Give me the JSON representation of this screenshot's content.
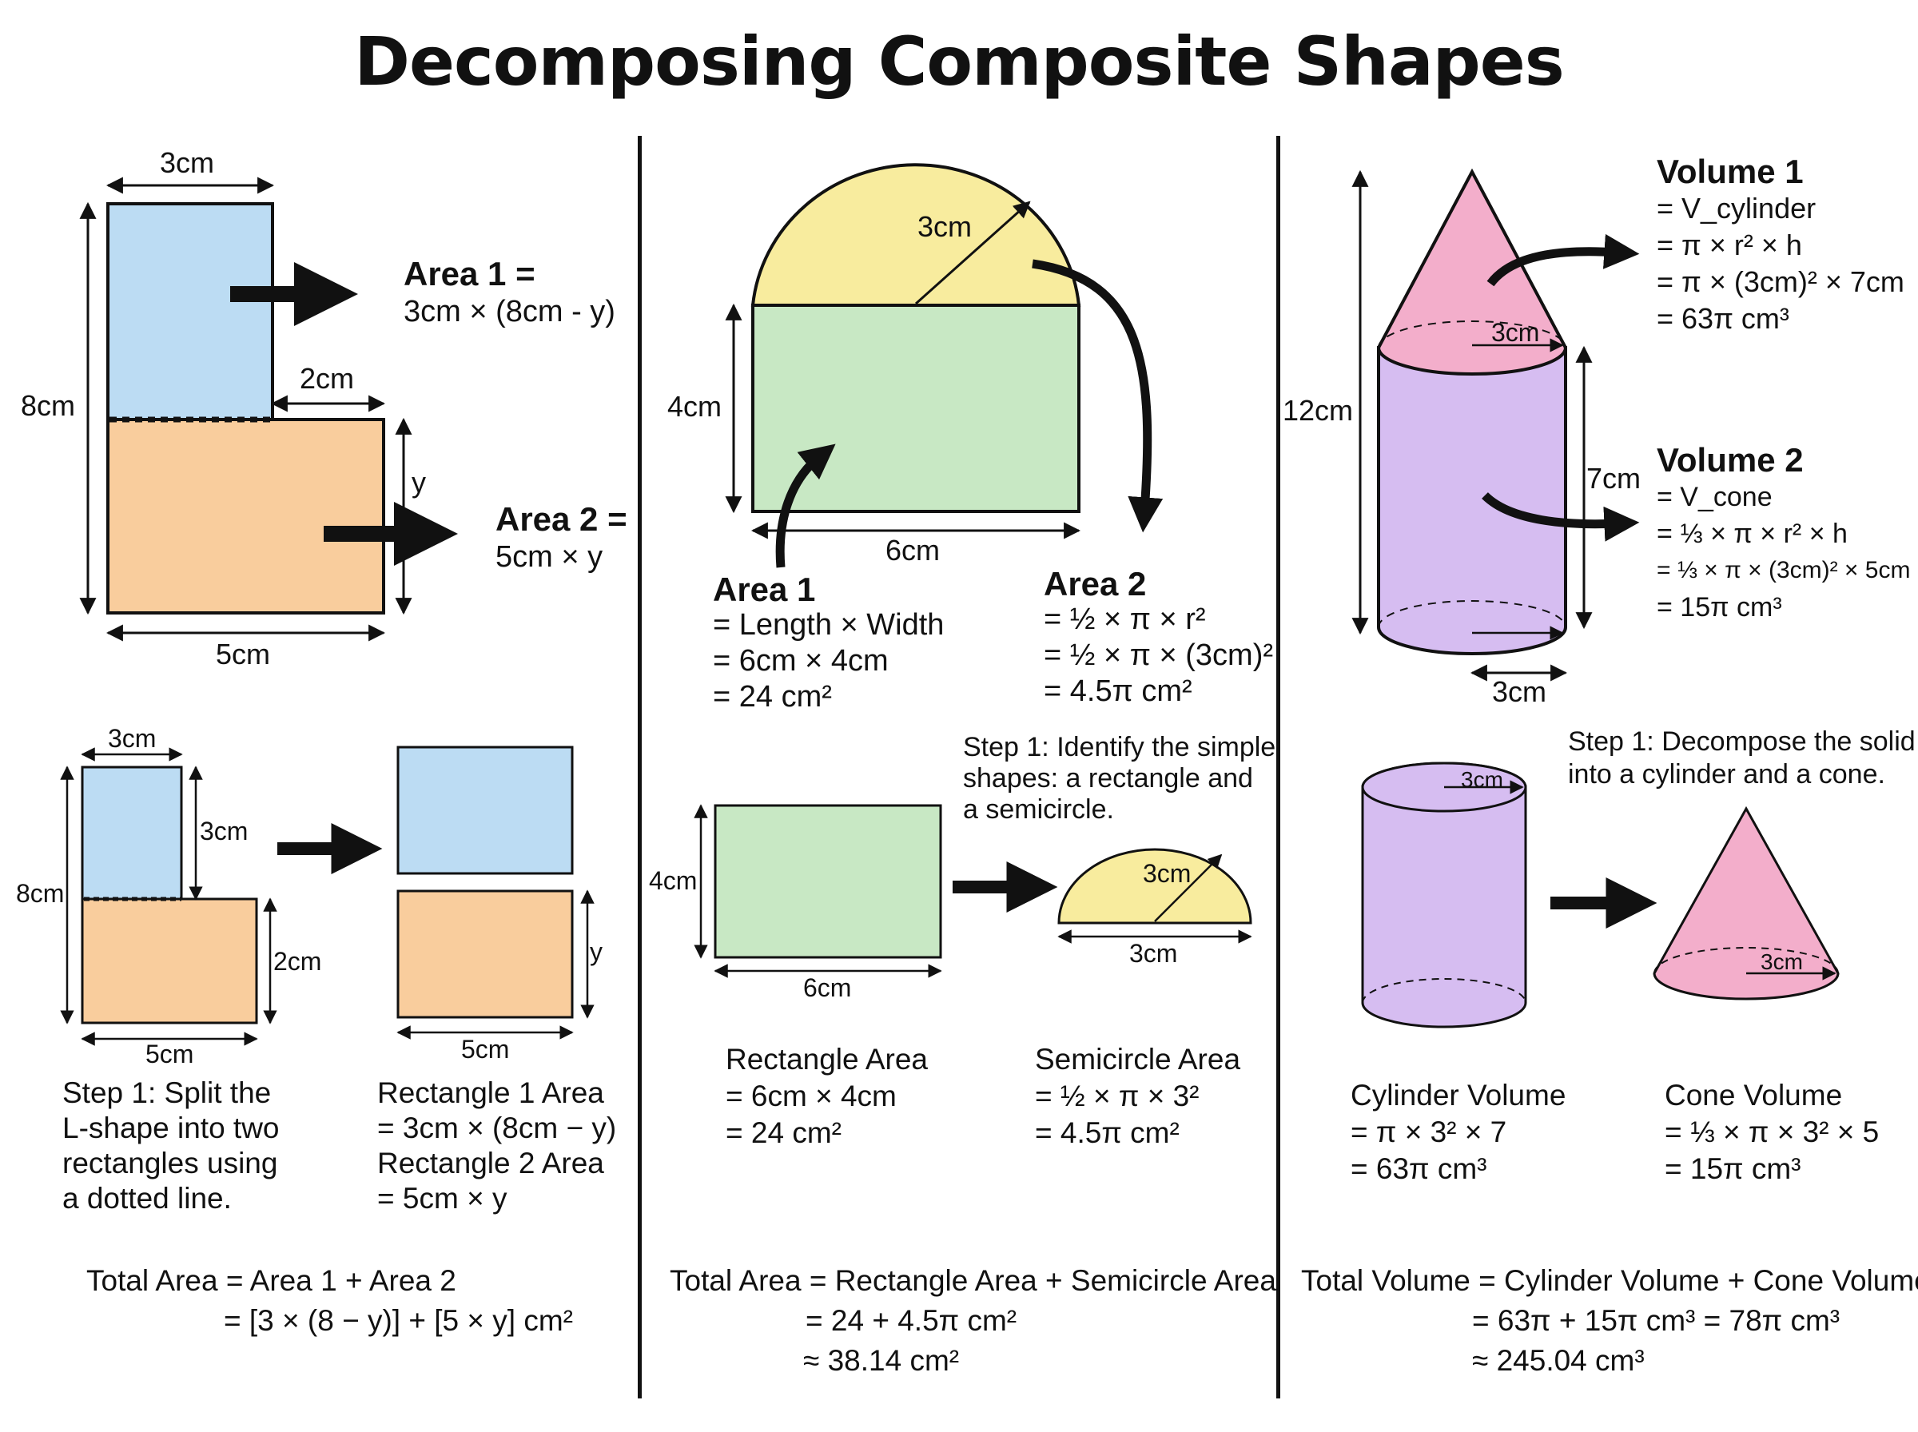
{
  "title": "Decomposing Composite Shapes",
  "panel1": {
    "top": {
      "dim_width_top": "3cm",
      "dim_height": "8cm",
      "dim_step": "2cm",
      "dim_y": "y",
      "dim_width_bottom": "5cm",
      "area1_title": "Area 1 =",
      "area1_formula": "3cm × (8cm - y)",
      "area2_title": "Area 2 =",
      "area2_formula": "5cm × y"
    },
    "bottom": {
      "dim_width_top": "3cm",
      "dim_height": "8cm",
      "dim_upper": "3cm",
      "dim_lower": "2cm",
      "dim_width_bottom": "5cm",
      "dim_split_width": "5cm",
      "dim_split_y": "y",
      "step_lines": [
        "Step 1: Split the",
        "L-shape into two",
        "rectangles using",
        "a dotted line."
      ],
      "rect_lines": [
        "Rectangle 1 Area",
        "= 3cm × (8cm − y)",
        "Rectangle 2 Area",
        "= 5cm × y"
      ]
    },
    "total_line1": "Total Area = Area 1 + Area 2",
    "total_line2": "= [3 × (8 − y)] + [5 × y] cm²"
  },
  "panel2": {
    "top": {
      "dim_radius": "3cm",
      "dim_height": "4cm",
      "dim_width": "6cm",
      "area1_title": "Area 1",
      "area1_lines": [
        "= Length × Width",
        "= 6cm × 4cm",
        "= 24 cm²"
      ],
      "area2_title": "Area 2",
      "area2_lines": [
        "= ½ × π × r²",
        "= ½ × π × (3cm)²",
        "= 4.5π cm²"
      ]
    },
    "step_lines": [
      "Step 1: Identify the simple",
      "shapes: a rectangle and",
      "a semicircle."
    ],
    "bottom": {
      "dim_height": "4cm",
      "dim_width": "6cm",
      "dim_semi_radius": "3cm",
      "dim_semi_base": "3cm",
      "rect_lines": [
        "Rectangle Area",
        "= 6cm × 4cm",
        "= 24 cm²"
      ],
      "semi_lines": [
        "Semicircle Area",
        "= ½ × π × 3²",
        "= 4.5π cm²"
      ]
    },
    "total_line1": "Total Area = Rectangle Area + Semicircle Area",
    "total_line2": "= 24 + 4.5π cm²",
    "total_line3": "≈ 38.14 cm²"
  },
  "panel3": {
    "top": {
      "dim_total_height": "12cm",
      "dim_cone_radius": "3cm",
      "dim_cyl_height": "7cm",
      "dim_base": "3cm",
      "volume1_title": "Volume 1",
      "volume1_lines": [
        "= V_cylinder",
        "= π × r² × h",
        "= π × (3cm)² × 7cm",
        "= 63π cm³"
      ],
      "volume2_title": "Volume 2",
      "volume2_lines": [
        "= V_cone",
        "= ⅓ × π × r² × h",
        "= ⅓ × π × (3cm)² × 5cm",
        "= 15π cm³"
      ]
    },
    "step_lines": [
      "Step 1: Decompose the solid",
      "into a cylinder and a cone."
    ],
    "bottom": {
      "dim_cyl_radius": "3cm",
      "dim_cone_radius": "3cm",
      "cyl_lines": [
        "Cylinder Volume",
        "= π × 3² × 7",
        "= 63π cm³"
      ],
      "cone_lines": [
        "Cone Volume",
        "= ⅓ × π × 3² × 5",
        "= 15π cm³"
      ]
    },
    "total_line1": "Total Volume = Cylinder Volume + Cone Volume",
    "total_line2": "= 63π + 15π cm³ = 78π cm³",
    "total_line3": "≈ 245.04 cm³"
  },
  "colors": {
    "blue": "#bcdcf3",
    "orange": "#f9cd9d",
    "green": "#c8e8c4",
    "yellow": "#f8ec9e",
    "pink": "#f3aecb",
    "purple": "#d6bdf1",
    "ink": "#111111"
  }
}
